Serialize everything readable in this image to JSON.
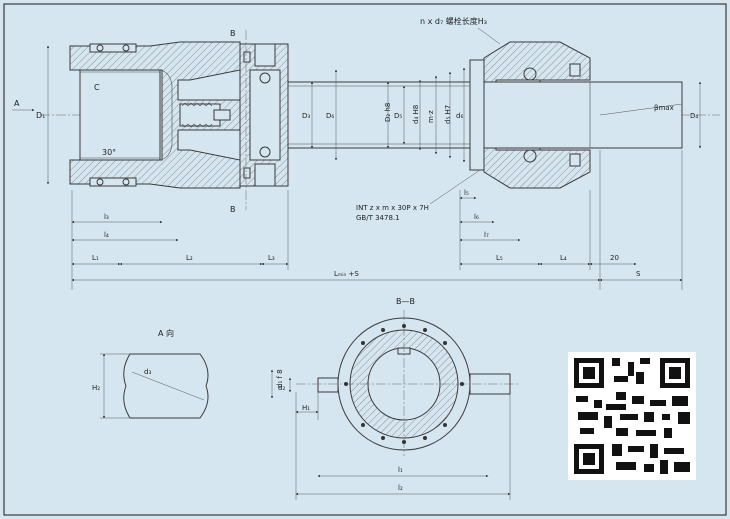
{
  "labels": {
    "bolt_note": "n x d₇ 螺栓长度H₃",
    "section_mark": "B",
    "view_a_arrow": "A",
    "D1": "D₁",
    "C": "C",
    "angle": "30°",
    "D3": "D₃",
    "D6": "D₆",
    "D2h8": "D₂ h8",
    "D5": "D₅",
    "d4H8": "d₄ H8",
    "mz": "m·z",
    "d5H7": "d₅ H7",
    "d6": "d₆",
    "beta": "βmax",
    "D4": "D₄",
    "spline_line1": "INT z x m x 30P x 7H",
    "spline_line2": "GB/T 3478.1",
    "l3": "l₃",
    "l4": "l₄",
    "l5": "l₅",
    "l6": "l₆",
    "l7": "l₇",
    "L1": "L₁",
    "L2": "L₂",
    "L3": "L₃",
    "L5": "L₅",
    "L4": "L₄",
    "twenty": "20",
    "S": "S",
    "Lmin": "Lₘᵢₙ +S",
    "view_a_title": "A 向",
    "d3": "d₃",
    "H2": "H₂",
    "section_title": "B—B",
    "d1f8": "d₁ f 8",
    "d2": "d₂",
    "H1": "H₁",
    "l1": "l₁",
    "l2": "l₂"
  }
}
